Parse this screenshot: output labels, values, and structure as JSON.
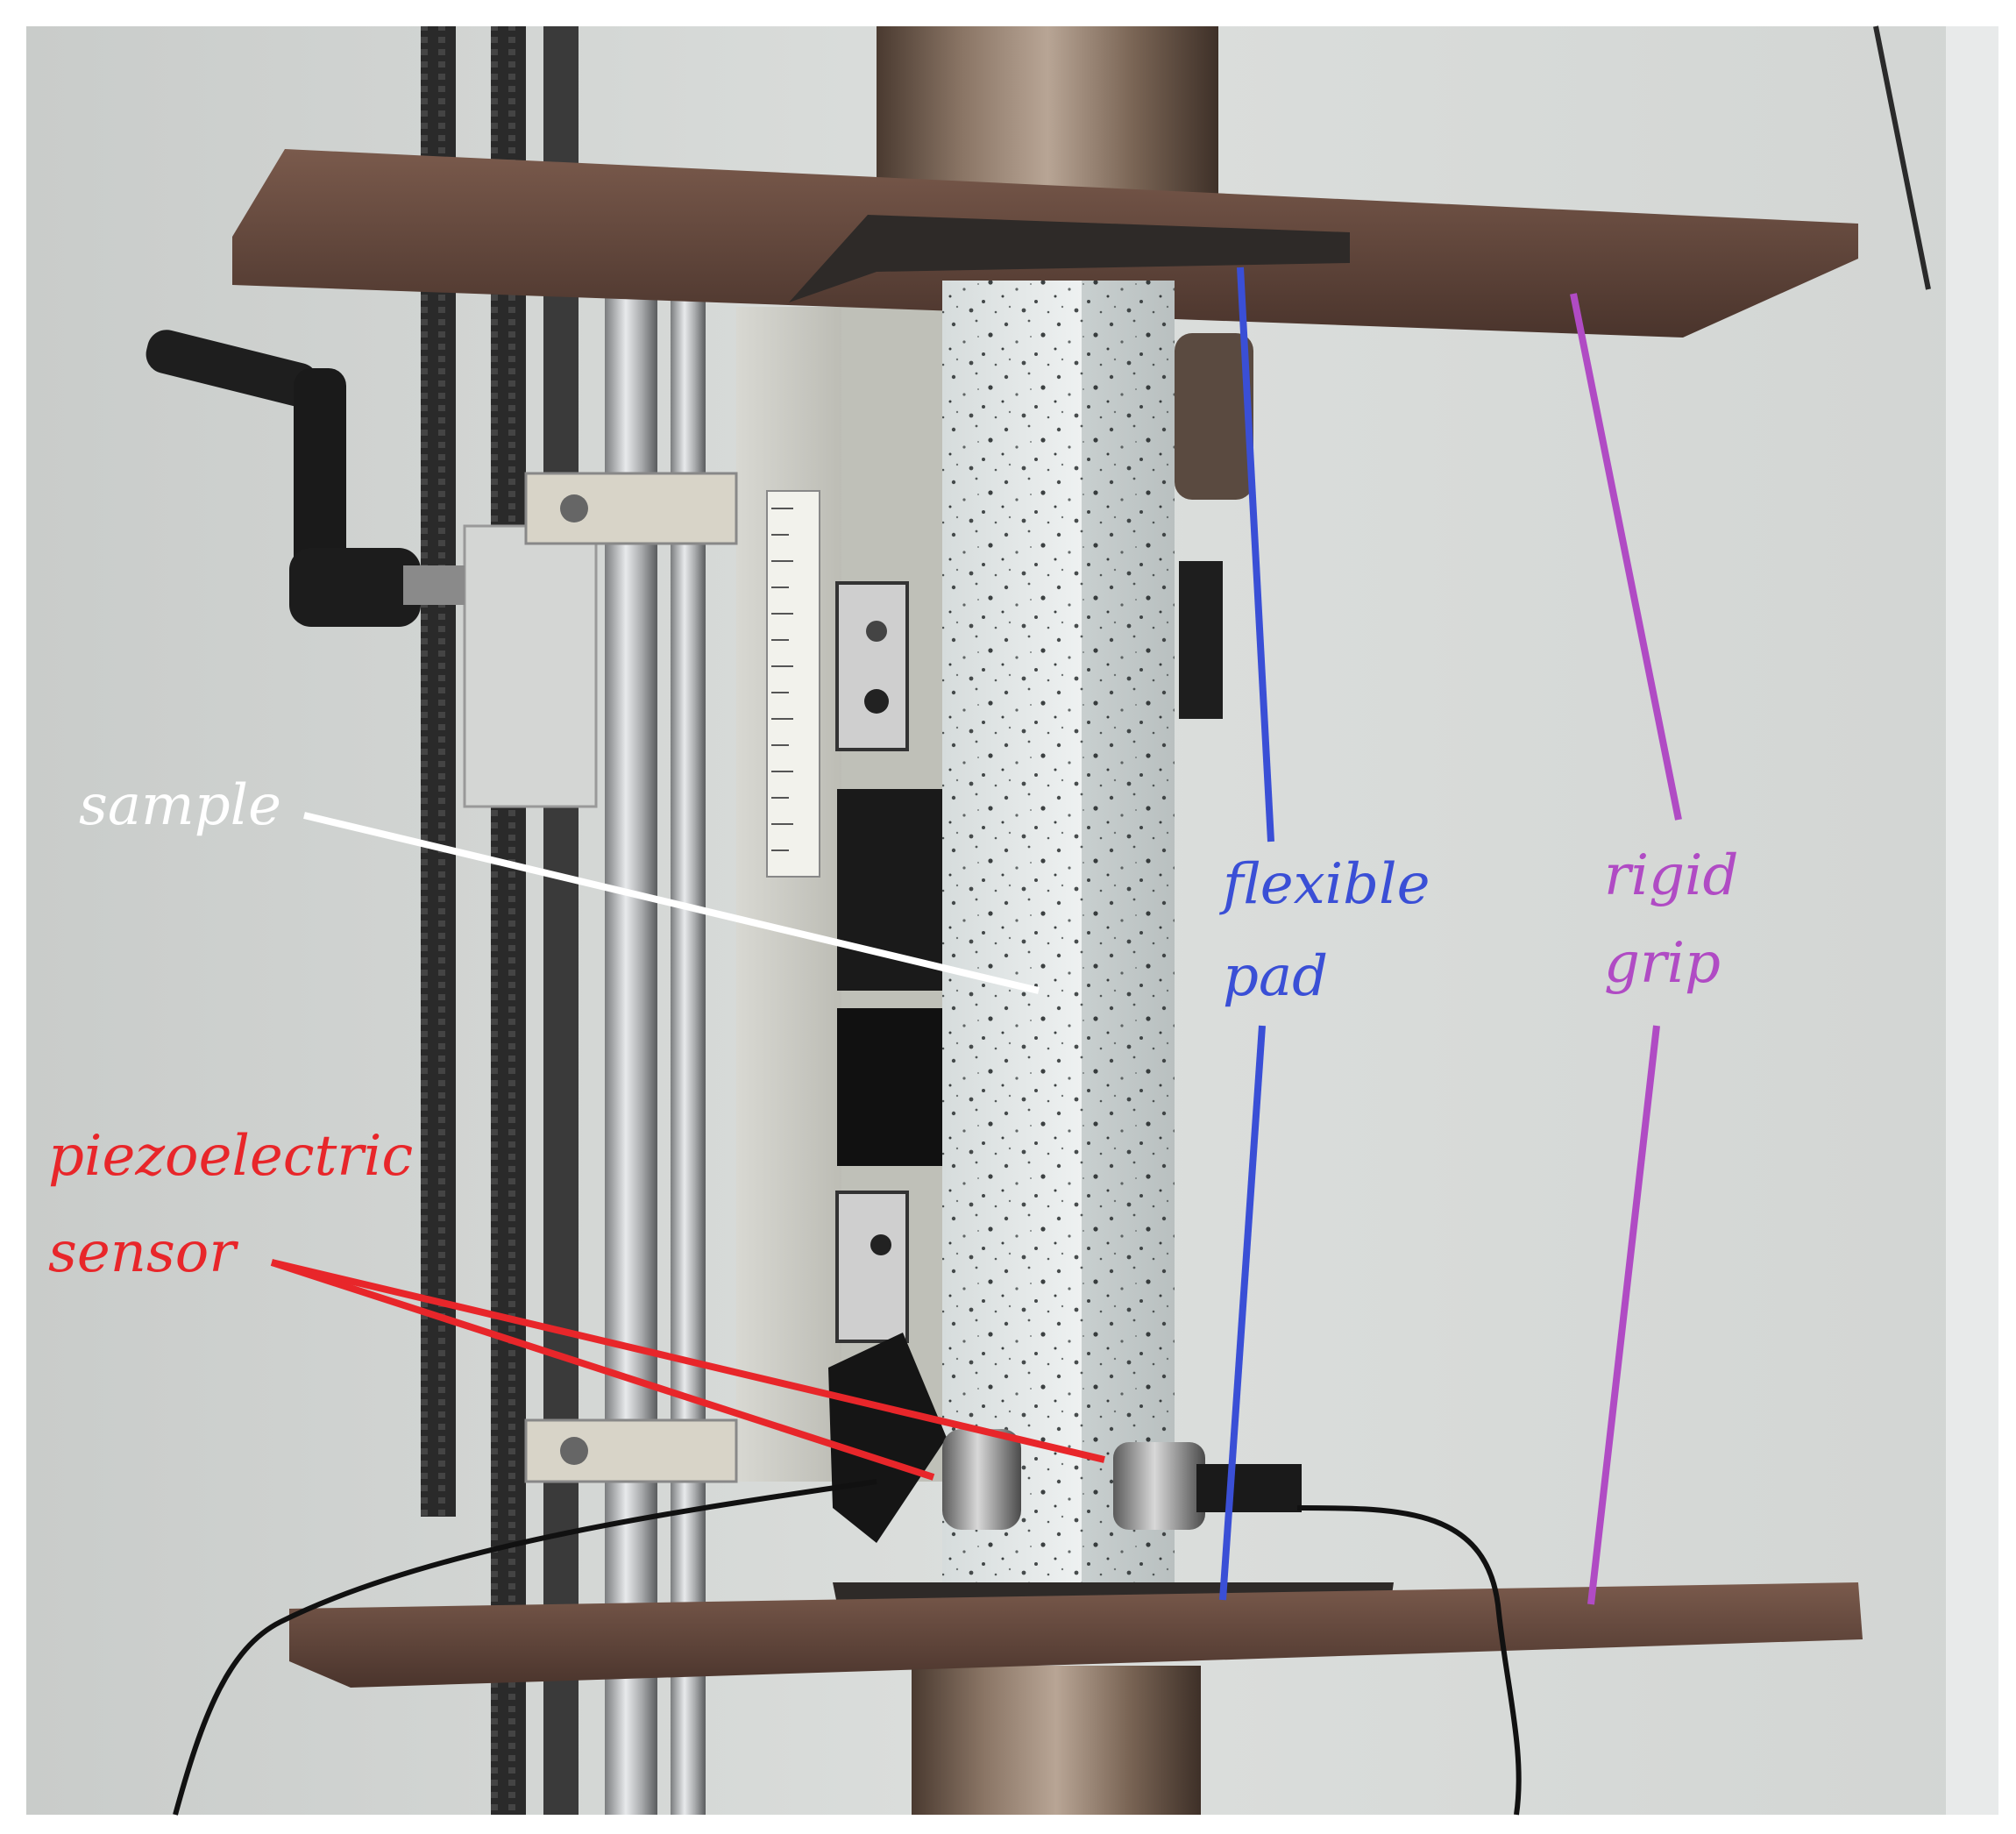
{
  "labels": {
    "sample": "sample",
    "piezo_line1": "piezoelectric",
    "piezo_line2": "sensor",
    "flexible_line1": "flexible",
    "flexible_line2": "pad",
    "rigid_line1": "rigid",
    "rigid_line2": "grip"
  },
  "colors": {
    "sample_label": "#ffffff",
    "piezo_label": "#e8262a",
    "flexible_label": "#3a4fd6",
    "rigid_label": "#b04bc4"
  }
}
